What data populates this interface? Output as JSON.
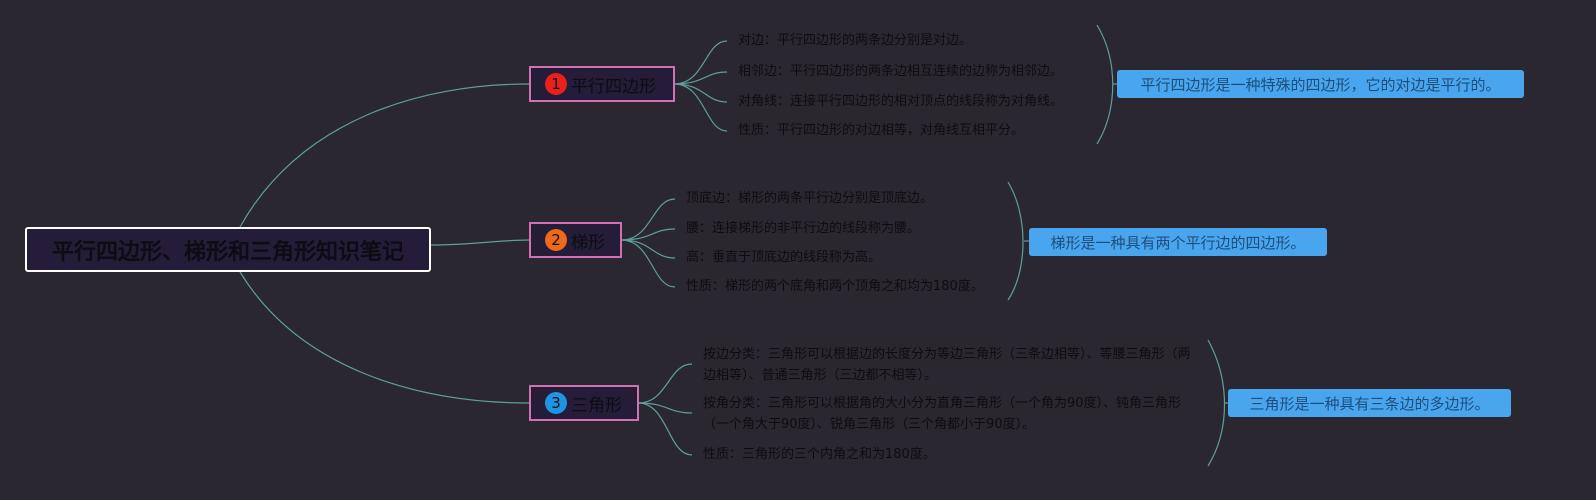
{
  "root": {
    "title": "平行四边形、梯形和三角形知识笔记"
  },
  "colors": {
    "background": "#2b2730",
    "link": "#5f9e9a",
    "branch_border": "#d271b2",
    "summary_bg": "#49a6ee"
  },
  "branches": [
    {
      "number": "1",
      "number_color": "#e8221a",
      "label": "平行四边形",
      "items": [
        "对边：平行四边形的两条边分别是对边。",
        "相邻边：平行四边形的两条边相互连续的边称为相邻边。",
        "对角线：连接平行四边形的相对顶点的线段称为对角线。",
        "性质：平行四边形的对边相等，对角线互相平分。"
      ],
      "summary": "平行四边形是一种特殊的四边形，它的对边是平行的。"
    },
    {
      "number": "2",
      "number_color": "#ee6a1a",
      "label": "梯形",
      "items": [
        "顶底边：梯形的两条平行边分别是顶底边。",
        "腰：连接梯形的非平行边的线段称为腰。",
        "高：垂直于顶底边的线段称为高。",
        "性质：梯形的两个底角和两个顶角之和均为180度。"
      ],
      "summary": "梯形是一种具有两个平行边的四边形。"
    },
    {
      "number": "3",
      "number_color": "#1e94e4",
      "label": "三角形",
      "items": [
        "按边分类：三角形可以根据边的长度分为等边三角形（三条边相等）、等腰三角形（两边相等）、普通三角形（三边都不相等）。",
        "按角分类：三角形可以根据角的大小分为直角三角形（一个角为90度）、钝角三角形（一个角大于90度）、锐角三角形（三个角都小于90度）。",
        "性质：三角形的三个内角之和为180度。"
      ],
      "summary": "三角形是一种具有三条边的多边形。"
    }
  ]
}
